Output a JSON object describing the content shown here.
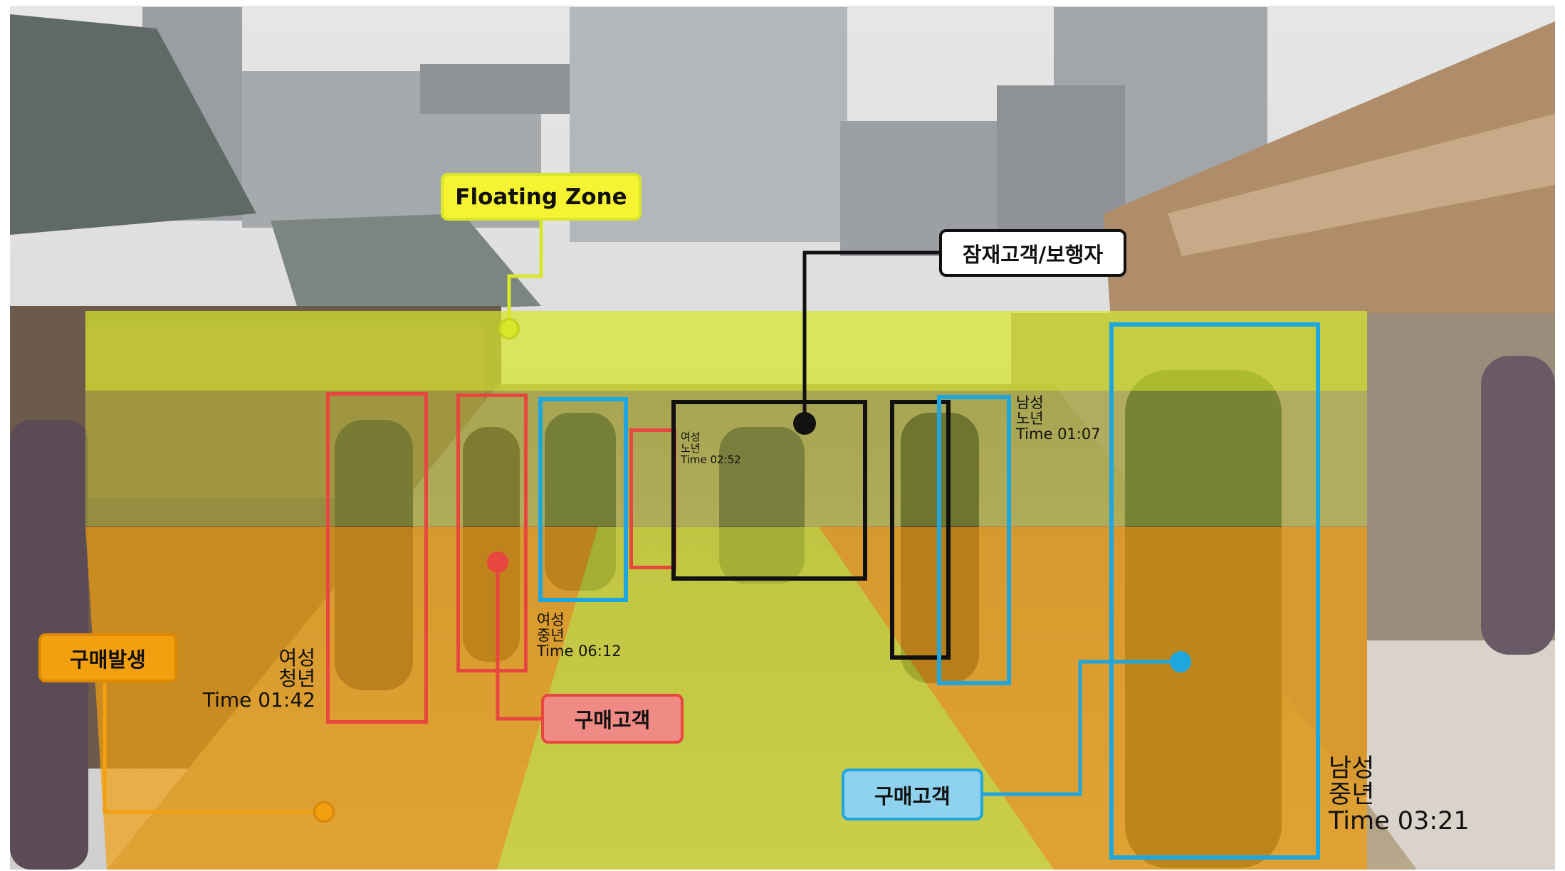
{
  "colors": {
    "floating_zone": "#d8e62c",
    "purchase_zone": "#f2a010",
    "walkway": "#c8d939",
    "purchase_customer_red": "#e8473f",
    "purchase_customer_blue": "#1ea6df",
    "pedestrian_black": "#111111",
    "sky": "#dcdcdc"
  },
  "labels": {
    "floating_zone": "Floating Zone",
    "pedestrian": "잠재고객/보행자",
    "purchase_event": "구매발생",
    "buyer_red": "구매고객",
    "buyer_blue": "구매고객"
  },
  "detections": [
    {
      "id": "woman-youth",
      "gender": "여성",
      "age": "청년",
      "time": "Time 01:42"
    },
    {
      "id": "woman-middle",
      "gender": "여성",
      "age": "중년",
      "time": "Time 06:12"
    },
    {
      "id": "woman-senior",
      "gender": "여성",
      "age": "노년",
      "time": "Time 02:52"
    },
    {
      "id": "man-senior",
      "gender": "남성",
      "age": "노년",
      "time": "Time 01:07"
    },
    {
      "id": "man-middle",
      "gender": "남성",
      "age": "중년",
      "time": "Time 03:21"
    }
  ]
}
